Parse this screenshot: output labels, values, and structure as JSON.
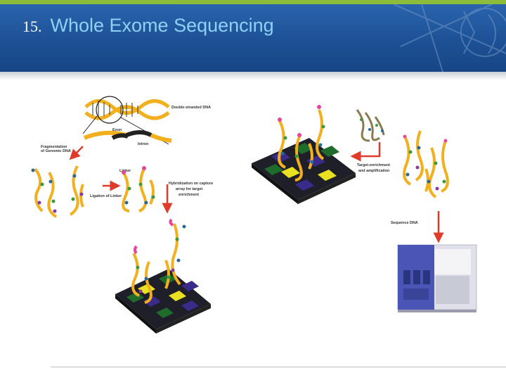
{
  "slide": {
    "number": "15.",
    "title": "Whole Exome Sequencing"
  },
  "labels": {
    "double_stranded": "Double-stranded DNA",
    "exon": "Exon",
    "intron": "Intron",
    "fragmentation_1": "Fragmentation",
    "fragmentation_2": "of Genomic DNA",
    "linker": "Linker",
    "ligation": "Ligation of Linker",
    "hybrid_1": "Hybridization on capture",
    "hybrid_2": "array for target",
    "hybrid_3": "enrichment",
    "target_1": "Target-enrichment",
    "target_2": "and amplification",
    "sequence": "Sequence DNA"
  },
  "colors": {
    "header": "#1c4f93",
    "accent_strip": "#8dbb3a",
    "dna": "#f2b01e",
    "arrow": "#e03a2a",
    "linker": "#e8459a",
    "array_dark": "#1f1f2a",
    "array_green": "#1e6b2c",
    "array_yellow": "#e8e020",
    "array_purple": "#3a2a8a",
    "sequencer": "#4a55b5"
  }
}
